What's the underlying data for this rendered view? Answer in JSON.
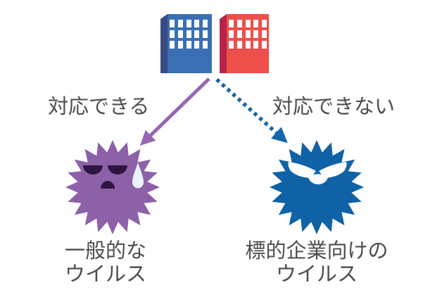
{
  "diagram": {
    "background_color": "#ffffff",
    "text_color": "#4d4d4d",
    "buildings": {
      "blue": {
        "front_color": "#3a6fb3",
        "side_color": "#374b82",
        "window_color": "#ffffff"
      },
      "red": {
        "front_color": "#ee4f4a",
        "side_color": "#b5244a",
        "window_color": "#ffffff"
      }
    },
    "left_branch": {
      "label": "対応できる",
      "arrow_color": "#9767b2",
      "arrow_style": "solid",
      "virus": {
        "body_color": "#8d61a8",
        "face_color": "#2f1542",
        "tear_color": "#e9f3fa",
        "expression": "sad",
        "caption_line1": "一般的な",
        "caption_line2": "ウイルス"
      }
    },
    "right_branch": {
      "label": "対応できない",
      "arrow_color": "#1565a9",
      "arrow_style": "dotted",
      "virus": {
        "body_color": "#0f62a6",
        "face_color": "#ffffff",
        "expression": "angry",
        "caption_line1": "標的企業向けの",
        "caption_line2": "ウイルス"
      }
    }
  }
}
